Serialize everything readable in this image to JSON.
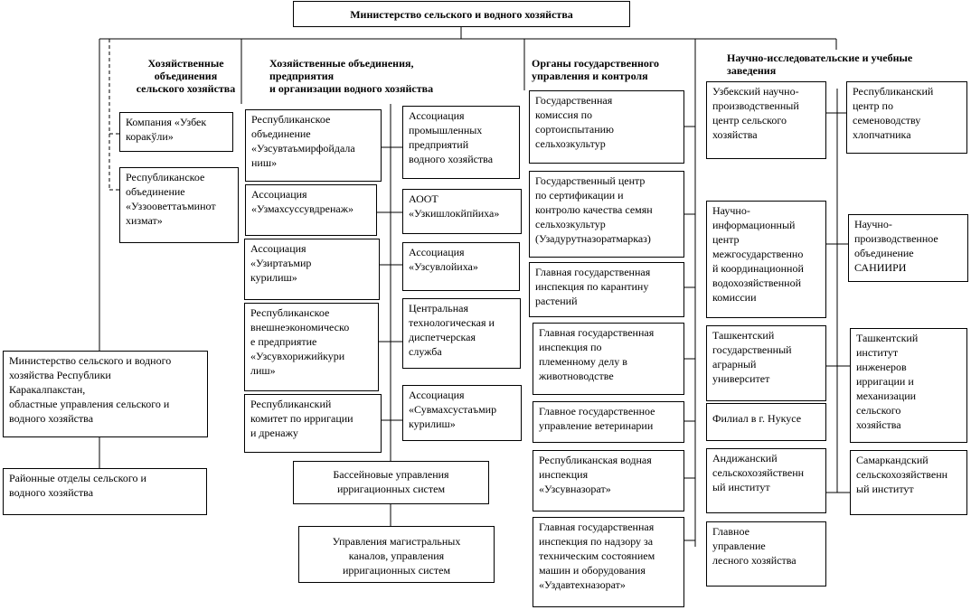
{
  "root": "Министерство сельского и водного хозяйства",
  "headers": {
    "agri": "Хозяйственные\nобъединения\n сельского хозяйства",
    "water": "Хозяйственные объединения,\nпредприятия\n и организации водного хозяйства",
    "gov": "Органы государственного\nуправления и контроля",
    "science": "Научно-исследовательские и учебные\nзаведения"
  },
  "agri_units": [
    "Компания «Узбек\nкоракўли»",
    "Республиканское\nобъединение\n«Уззооветтаъминот\nхизмат»"
  ],
  "regional": [
    "Министерство сельского и водного\nхозяйства Республики\nКаракалпакстан,\nобластные управления сельского и\nводного хозяйства",
    "Районные отделы сельского и\nводного хозяйства"
  ],
  "water_left": [
    "Республиканское\nобъединение\n«Узсувтаъмирфойдала\nниш»",
    "Ассоциация\n«Узмахсуссувдренаж»",
    "Ассоциация\n«Узиртаъмир\nкурилиш»",
    "Республиканское\nвнешнеэкономическо\nе предприятие\n«Узсувхорижийкури\nлиш»",
    "Республиканский\nкомитет по ирригации\nи дренажу"
  ],
  "water_right": [
    "Ассоциация\nпромышленных\nпредприятий\nводного хозяйства",
    "АООТ\n«Узкишлокйпйиха»",
    "Ассоциация\n«Узсувлойиха»",
    "Центральная\nтехнологическая и\nдиспетчерская\nслужба",
    "Ассоциация\n«Сувмахсустаъмир\nкурилиш»"
  ],
  "basin": [
    "Бассейновые управления\nирригационных систем",
    "Управления магистральных\nканалов, управления\nирригационных систем"
  ],
  "gov_units": [
    "Государственная\nкомиссия по\nсортоиспытанию\nсельхозкультур",
    "Государственный центр\nпо сертификации и\nконтролю качества семян\nсельхозкультур\n(Узадурутназоратмарказ)",
    "Главная государственная\nинспекция по карантину\nрастений",
    "Главная государственная\nинспекция по\nплеменному делу в\nживотноводстве",
    "Главное государственное\nуправление ветеринарии",
    "Республиканская водная\nинспекция\n«Узсувназорат»",
    "Главная государственная\nинспекция по надзору за\nтехническим состоянием\nмашин и оборудования\n«Уздавтехназорат»"
  ],
  "science_left": [
    "Узбекский научно-\nпроизводственный\nцентр сельского\nхозяйства",
    "Научно-\nинформационный\nцентр\nмежгосударственно\nй координационной\nводохозяйственной\nкомиссии",
    "Ташкентский\nгосударственный\nаграрный\nуниверситет",
    "Филиал в г. Нукусе",
    "Андижанский\nсельскохозяйственн\nый институт",
    "Главное\nуправление\nлесного хозяйства"
  ],
  "science_right": [
    "Республиканский\nцентр по\nсеменоводству\nхлопчатника",
    "Научно-\nпроизводственное\nобъединение\nСАНИИРИ",
    "Ташкентский\nинститут\nинженеров\nирригации и\nмеханизации\nсельского\nхозяйства",
    "Самаркандский\nсельскохозяйственн\nый институт"
  ]
}
